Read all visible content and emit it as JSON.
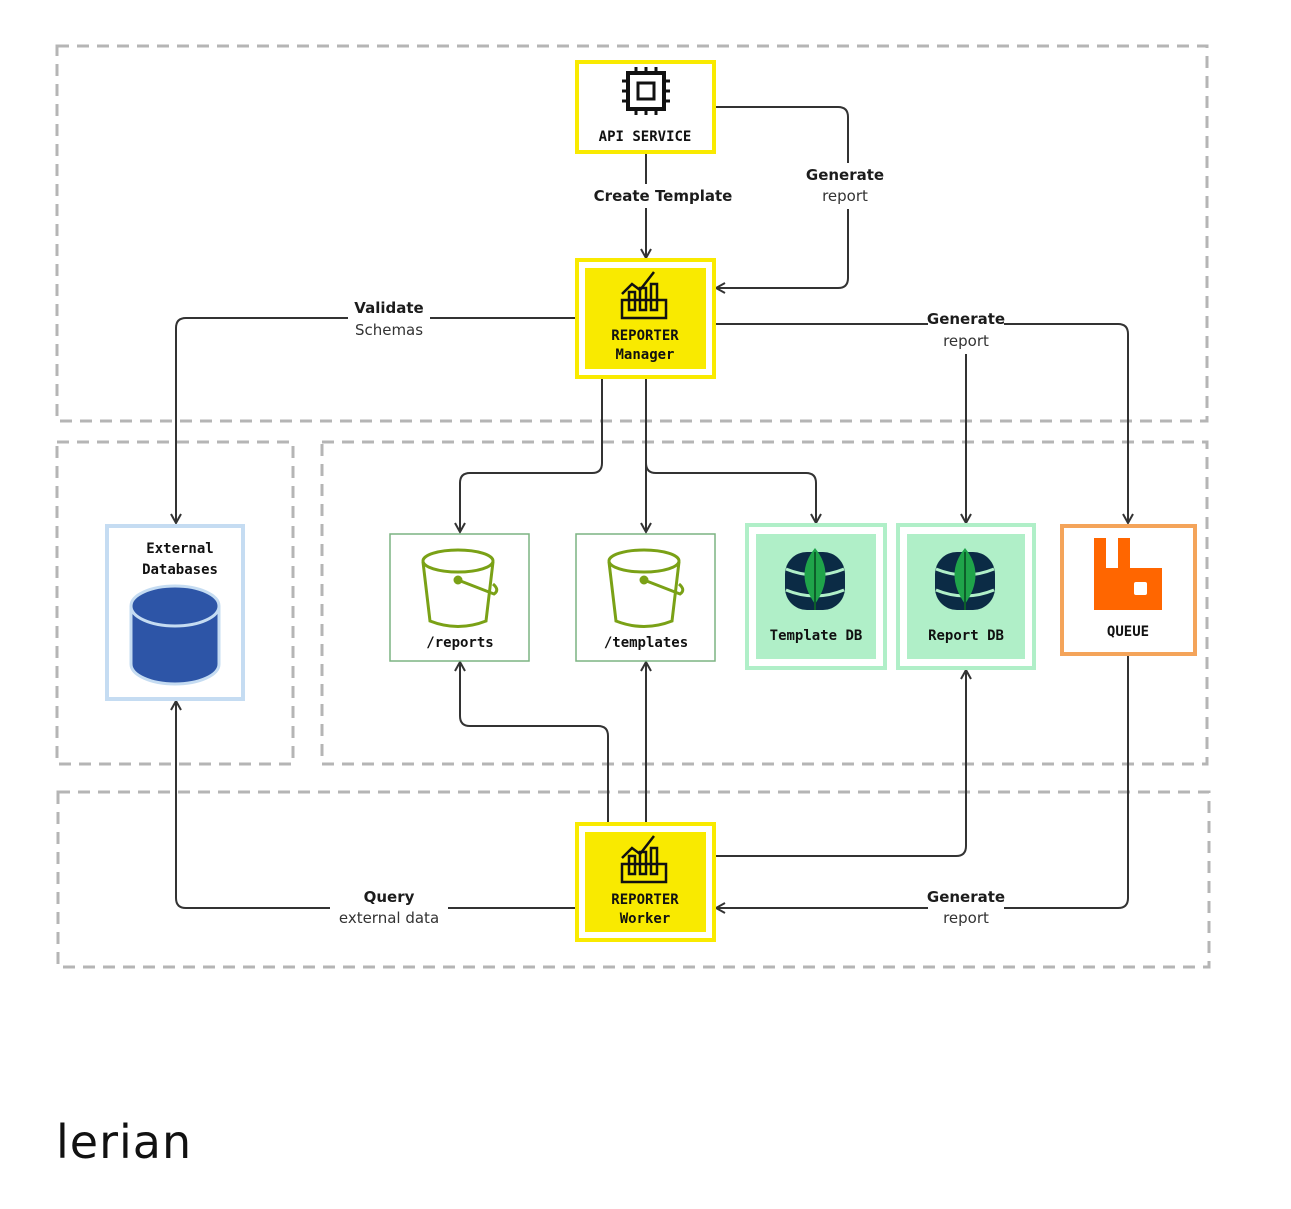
{
  "nodes": {
    "api_service": {
      "label": "API SERVICE"
    },
    "reporter_manager": {
      "line1": "REPORTER",
      "line2": "Manager"
    },
    "reporter_worker": {
      "line1": "REPORTER",
      "line2": "Worker"
    },
    "external_databases": {
      "line1": "External",
      "line2": "Databases"
    },
    "reports_bucket": {
      "label": "/reports"
    },
    "templates_bucket": {
      "label": "/templates"
    },
    "template_db": {
      "label": "Template DB"
    },
    "report_db": {
      "label": "Report DB"
    },
    "queue": {
      "label": "QUEUE"
    }
  },
  "edges": {
    "create_template": {
      "title": "Create Template"
    },
    "generate_report_api": {
      "title": "Generate",
      "subtitle": "report"
    },
    "validate_schemas": {
      "title": "Validate",
      "subtitle": "Schemas"
    },
    "generate_report_queue": {
      "title": "Generate",
      "subtitle": "report"
    },
    "query_external": {
      "title": "Query",
      "subtitle": "external data"
    },
    "generate_report_worker": {
      "title": "Generate",
      "subtitle": "report"
    }
  },
  "brand": {
    "logo": "lerian"
  },
  "colors": {
    "reporter_yellow": "#f9ea00",
    "bucket_green": "#7aa116",
    "mongo_green": "#b0efc8",
    "queue_orange": "#ff6600",
    "db_blue": "#2d55a7"
  },
  "icons": {
    "api_service": "chip-icon",
    "reporter": "chart-icon",
    "bucket": "bucket-icon",
    "mongo": "mongodb-icon",
    "queue": "rabbitmq-icon",
    "external_db": "database-icon"
  }
}
